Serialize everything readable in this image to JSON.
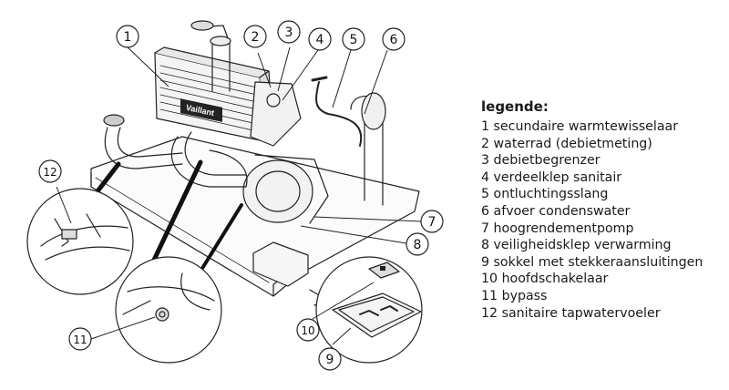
{
  "brand": "Vaillant",
  "legend": {
    "title": "legende:",
    "items": [
      "1  secundaire warmtewisselaar",
      "2  waterrad (debietmeting)",
      "3  debietbegrenzer",
      "4  verdeelklep sanitair",
      "5  ontluchtingsslang",
      "6  afvoer condenswater",
      "7  hoogrendementpomp",
      "8  veiligheidsklep verwarming",
      "9  sokkel met stekkeraansluitingen",
      "10  hoofdschakelaar",
      "11 bypass",
      "12  sanitaire tapwatervoeler"
    ]
  },
  "callouts": [
    "1",
    "2",
    "3",
    "4",
    "5",
    "6",
    "7",
    "8",
    "9",
    "10",
    "11",
    "12"
  ]
}
